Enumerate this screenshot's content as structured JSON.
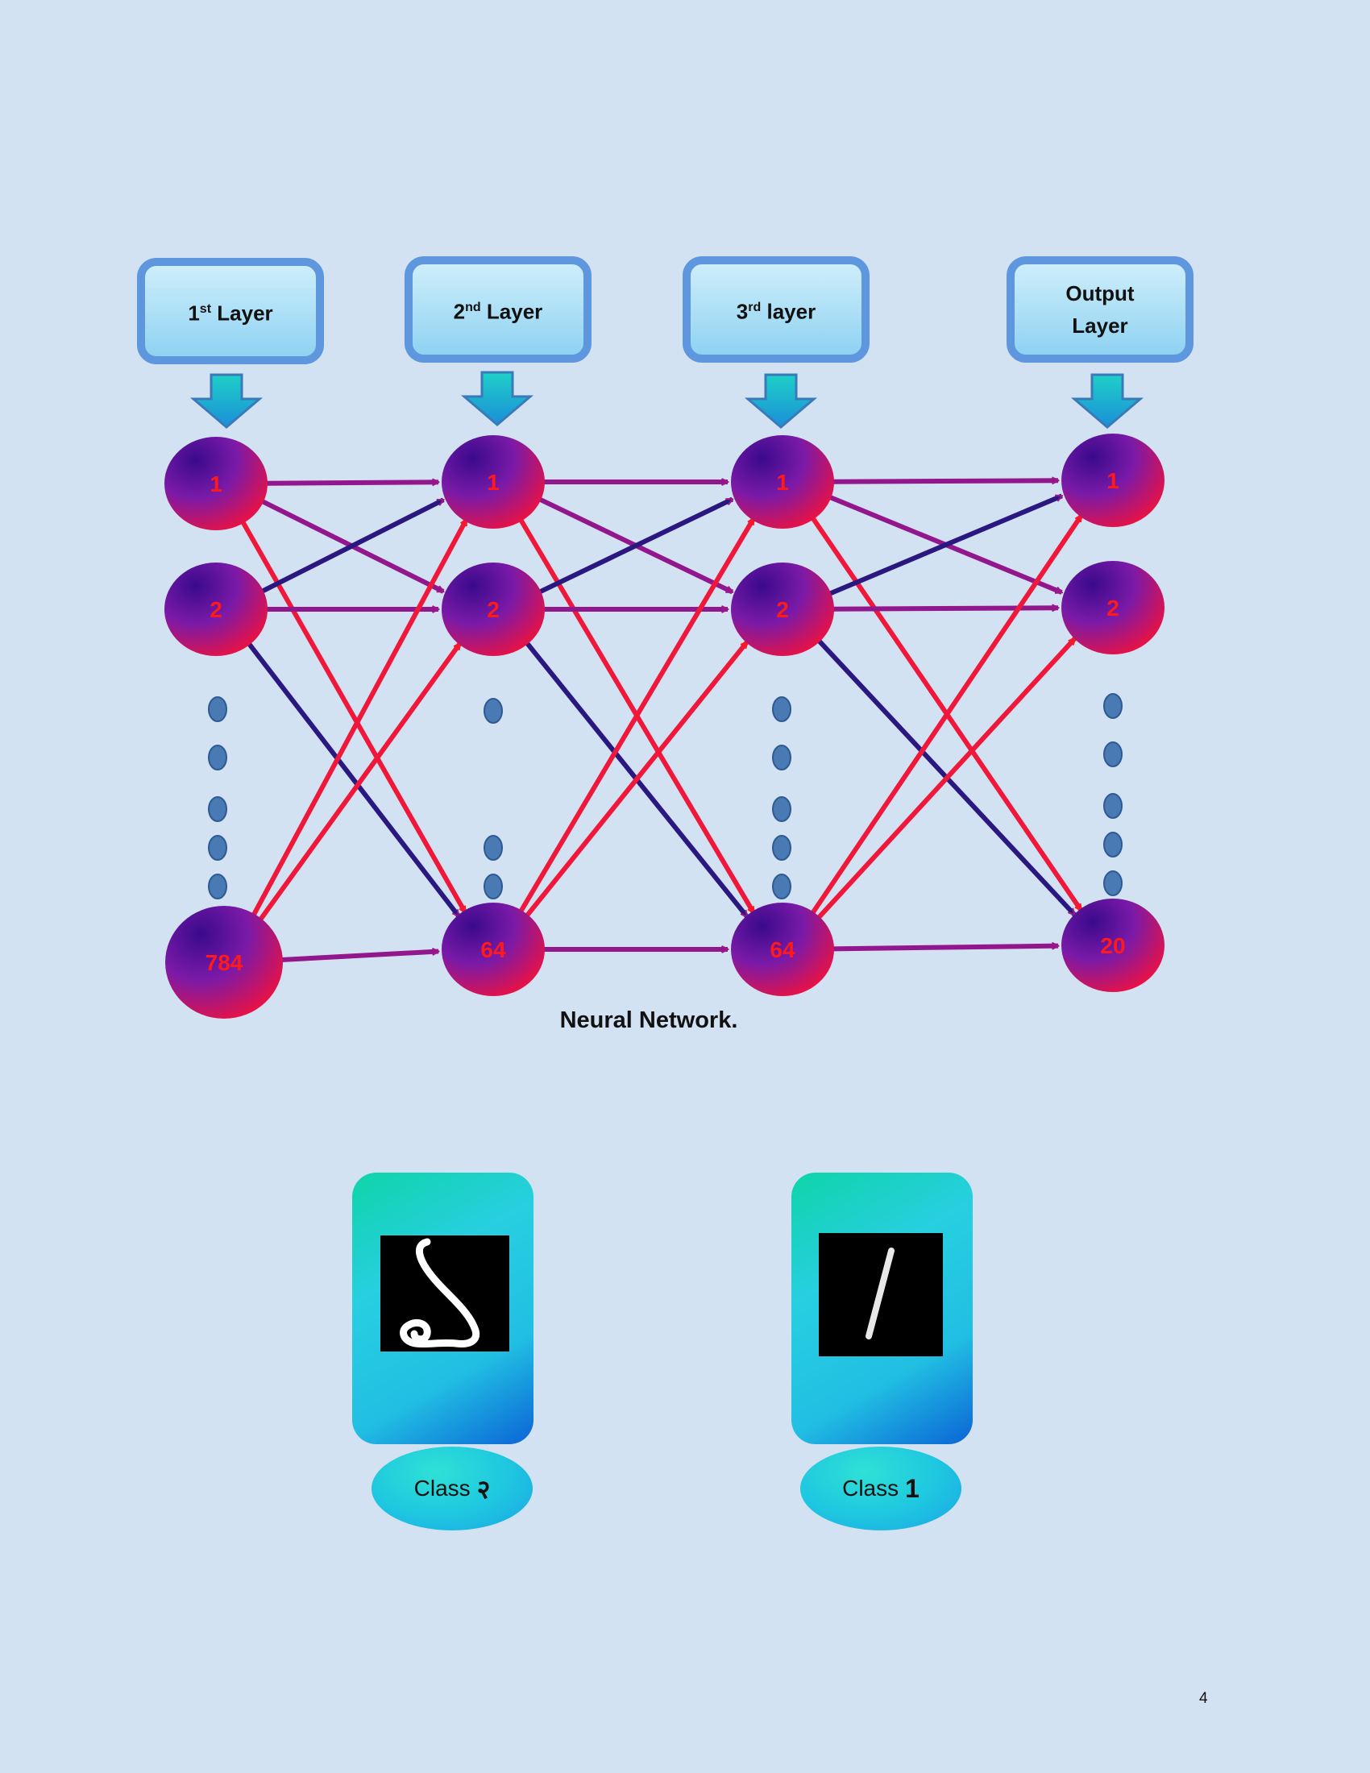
{
  "layers": [
    {
      "label": "Layer",
      "prefix": "1",
      "sup": "st"
    },
    {
      "label": "Layer",
      "prefix": "2",
      "sup": "nd"
    },
    {
      "label": "layer",
      "prefix": "3",
      "sup": "rd"
    },
    {
      "label": "Output Layer",
      "prefix": "",
      "sup": ""
    }
  ],
  "nodes": {
    "layer1": [
      "1",
      "2",
      "784"
    ],
    "layer2": [
      "1",
      "2",
      "64"
    ],
    "layer3": [
      "1",
      "2",
      "64"
    ],
    "output": [
      "1",
      "2",
      "20"
    ]
  },
  "caption": "Neural Network.",
  "classes": [
    {
      "label": "Class",
      "symbol": "२"
    },
    {
      "label": "Class",
      "symbol": "1"
    }
  ],
  "page_number": "4",
  "colors": {
    "background": "#d3e2f2",
    "box_border": "#5e97dd",
    "node_dark": "#3a0a8c",
    "node_light": "#ff1030",
    "node_text": "#ff1a1a",
    "arrow_blue": "#1c1675",
    "arrow_purple": "#8a1a8c",
    "arrow_red": "#ff1a1a",
    "dots": "#4a78b0"
  }
}
